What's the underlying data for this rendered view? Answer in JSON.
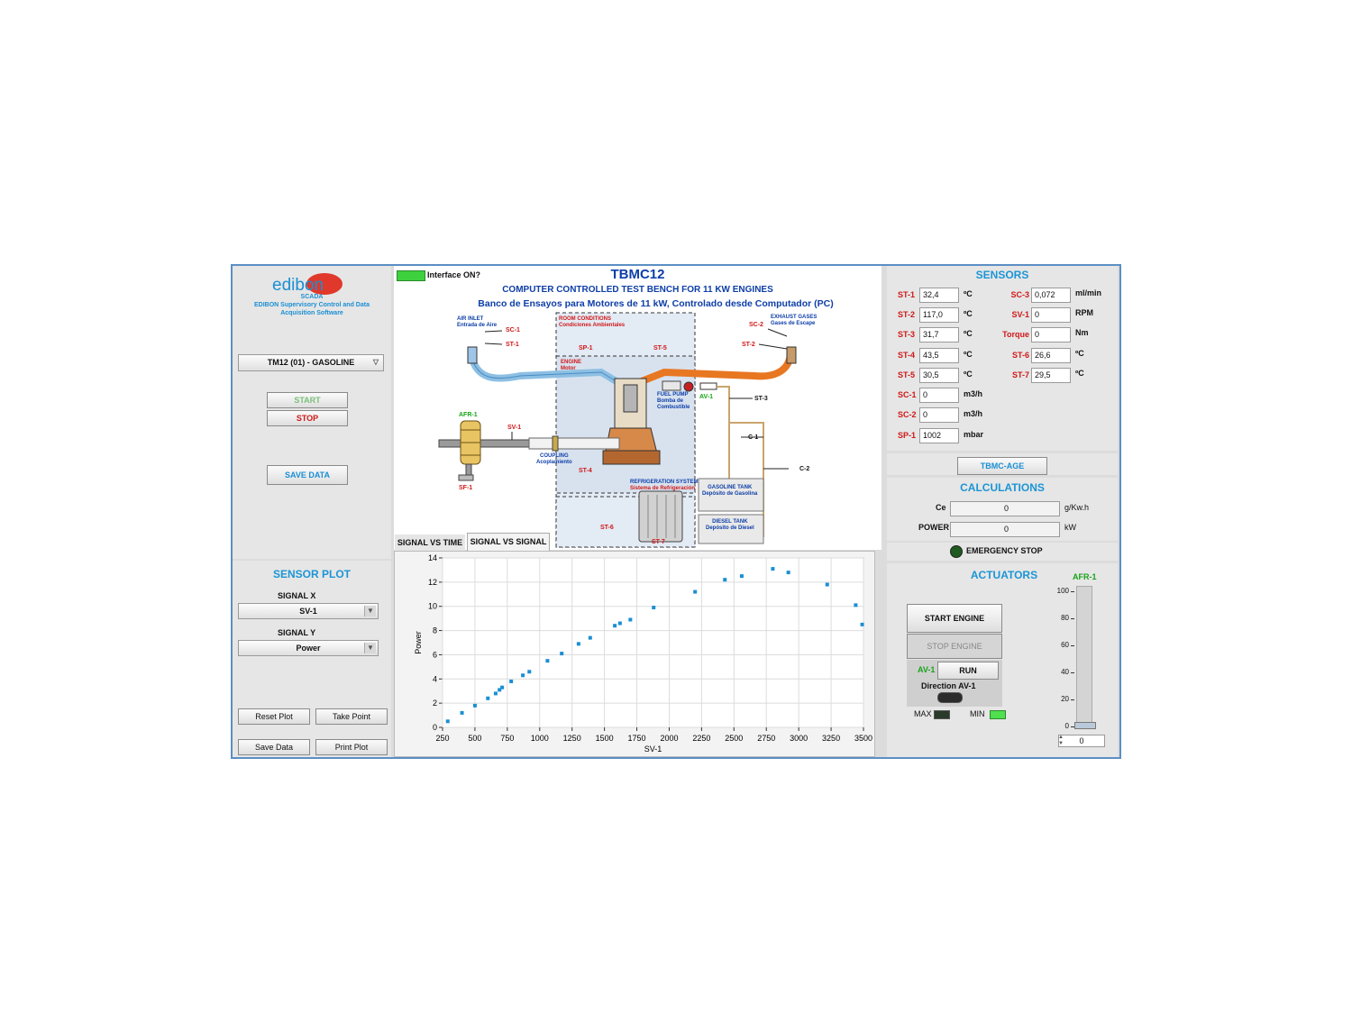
{
  "logo": {
    "brand": "edibon",
    "line1": "SCADA",
    "line2": "EDIBON Supervisory Control and Data",
    "line3": "Acquisition Software"
  },
  "left": {
    "unit_select": "TM12 (01) - GASOLINE",
    "start_label": "START",
    "stop_label": "STOP",
    "save_data_label": "SAVE DATA",
    "sensor_plot_title": "SENSOR PLOT",
    "signal_x_label": "SIGNAL X",
    "signal_x_value": "SV-1",
    "signal_y_label": "SIGNAL Y",
    "signal_y_value": "Power",
    "reset_plot": "Reset Plot",
    "take_point": "Take Point",
    "save_data": "Save Data",
    "print_plot": "Print Plot"
  },
  "header": {
    "interface_label": "Interface ON?",
    "title": "TBMC12",
    "subtitle": "COMPUTER CONTROLLED TEST BENCH FOR 11 KW ENGINES",
    "subtitle_es": "Banco de Ensayos para Motores de 11 kW, Controlado desde Computador (PC)"
  },
  "diagram": {
    "air_inlet": "AIR INLET",
    "air_inlet_es": "Entrada de Aire",
    "room_conditions": "ROOM CONDITIONS",
    "room_conditions_es": "Condiciones Ambientales",
    "engine": "ENGINE",
    "engine_es": "Motor",
    "exhaust": "EXHAUST GASES",
    "exhaust_es": "Gases de Escape",
    "fuel_pump": "FUEL PUMP",
    "fuel_pump_es1": "Bomba de",
    "fuel_pump_es2": "Combustible",
    "coupling": "COUPLING",
    "coupling_es": "Acoplamiento",
    "refrigeration": "REFRIGERATION SYSTEM",
    "refrigeration_es": "Sistema de Refrigeración",
    "gasoline_tank": "GASOLINE TANK",
    "gasoline_tank_es": "Depósito de Gasolina",
    "diesel_tank": "DIESEL TANK",
    "diesel_tank_es": "Depósito de Diesel",
    "tags": {
      "sc1": "SC-1",
      "st1": "ST-1",
      "sp1": "SP-1",
      "st5": "ST-5",
      "sc2": "SC-2",
      "st2": "ST-2",
      "av1": "AV-1",
      "st3": "ST-3",
      "c1": "C-1",
      "c2": "C-2",
      "afr1": "AFR-1",
      "sv1": "SV-1",
      "st4": "ST-4",
      "sf1": "SF-1",
      "st6": "ST-6",
      "st7": "ST-7"
    }
  },
  "tabs": {
    "tab1": "SIGNAL VS TIME",
    "tab2": "SIGNAL VS SIGNAL"
  },
  "sensors": {
    "title": "SENSORS",
    "left": [
      {
        "tag": "ST-1",
        "value": "32,4",
        "unit": "ºC"
      },
      {
        "tag": "ST-2",
        "value": "117,0",
        "unit": "ºC"
      },
      {
        "tag": "ST-3",
        "value": "31,7",
        "unit": "ºC"
      },
      {
        "tag": "ST-4",
        "value": "43,5",
        "unit": "ºC"
      },
      {
        "tag": "ST-5",
        "value": "30,5",
        "unit": "ºC"
      },
      {
        "tag": "SC-1",
        "value": "0",
        "unit": "m3/h"
      },
      {
        "tag": "SC-2",
        "value": "0",
        "unit": "m3/h"
      },
      {
        "tag": "SP-1",
        "value": "1002",
        "unit": "mbar"
      }
    ],
    "right": [
      {
        "tag": "SC-3",
        "value": "0,072",
        "unit": "ml/min"
      },
      {
        "tag": "SV-1",
        "value": "0",
        "unit": "RPM"
      },
      {
        "tag": "Torque",
        "value": "0",
        "unit": "Nm"
      },
      {
        "tag": "ST-6",
        "value": "26,6",
        "unit": "ºC"
      },
      {
        "tag": "ST-7",
        "value": "29,5",
        "unit": "ºC"
      }
    ]
  },
  "tbmc_age": "TBMC-AGE",
  "calculations": {
    "title": "CALCULATIONS",
    "ce_label": "Ce",
    "ce_value": "0",
    "ce_unit": "g/Kw.h",
    "power_label": "POWER",
    "power_value": "0",
    "power_unit": "kW"
  },
  "emergency": {
    "label": "EMERGENCY STOP",
    "led_color": "#1f5a1f"
  },
  "actuators": {
    "title": "ACTUATORS",
    "start_engine": "START ENGINE",
    "stop_engine": "STOP ENGINE",
    "av1": "AV-1",
    "run": "RUN",
    "direction": "Direction AV-1",
    "max": "MAX",
    "min": "MIN",
    "afr_label": "AFR-1",
    "afr_ticks": [
      "100",
      "80",
      "60",
      "40",
      "20",
      "0"
    ],
    "afr_value": "0"
  },
  "chart_data": {
    "type": "scatter",
    "xlabel": "SV-1",
    "ylabel": "Power",
    "xlim": [
      250,
      3500
    ],
    "ylim": [
      0,
      14
    ],
    "xticks": [
      250,
      500,
      750,
      1000,
      1250,
      1500,
      1750,
      2000,
      2250,
      2500,
      2750,
      3000,
      3250,
      3500
    ],
    "yticks": [
      0,
      2,
      4,
      6,
      8,
      10,
      12,
      14
    ],
    "grid": true,
    "color": "#1a8fd4",
    "points": [
      [
        290,
        0.5
      ],
      [
        400,
        1.2
      ],
      [
        500,
        1.8
      ],
      [
        600,
        2.4
      ],
      [
        660,
        2.8
      ],
      [
        690,
        3.1
      ],
      [
        710,
        3.3
      ],
      [
        780,
        3.8
      ],
      [
        870,
        4.3
      ],
      [
        920,
        4.6
      ],
      [
        1060,
        5.5
      ],
      [
        1170,
        6.1
      ],
      [
        1300,
        6.9
      ],
      [
        1390,
        7.4
      ],
      [
        1580,
        8.4
      ],
      [
        1620,
        8.6
      ],
      [
        1700,
        8.9
      ],
      [
        1880,
        9.9
      ],
      [
        2200,
        11.2
      ],
      [
        2430,
        12.2
      ],
      [
        2560,
        12.5
      ],
      [
        2800,
        13.1
      ],
      [
        2920,
        12.8
      ],
      [
        3220,
        11.8
      ],
      [
        3440,
        10.1
      ],
      [
        3490,
        8.5
      ]
    ]
  }
}
